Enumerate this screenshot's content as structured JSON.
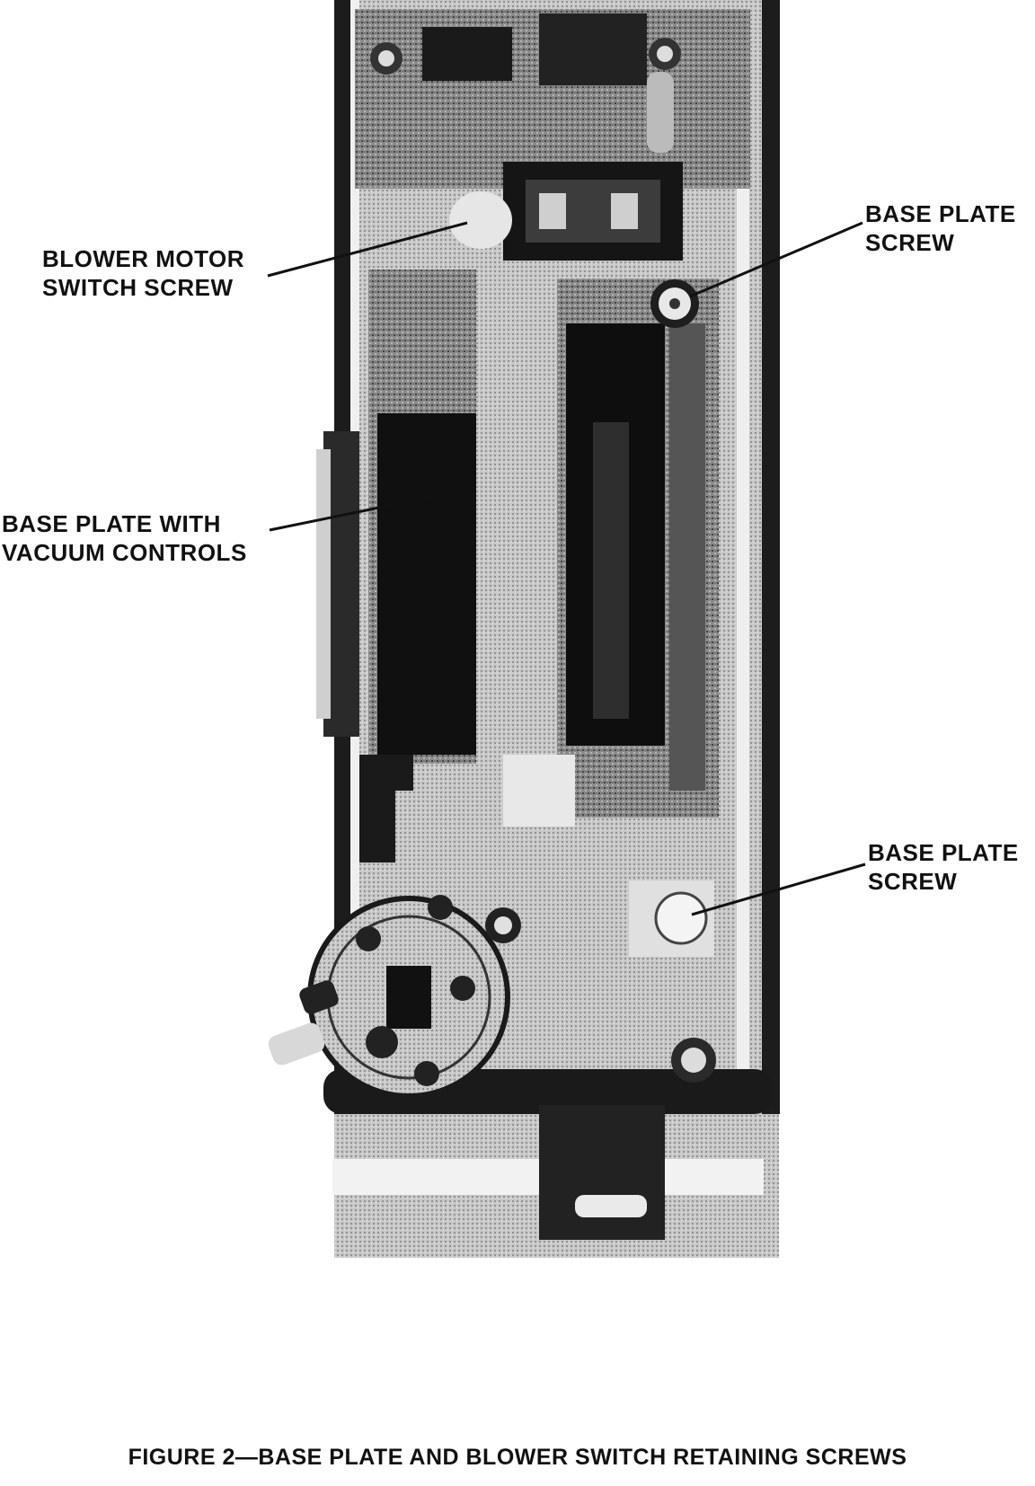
{
  "labels": {
    "blower_motor_switch_screw": [
      "BLOWER MOTOR",
      "SWITCH SCREW"
    ],
    "base_plate_screw_top": [
      "BASE PLATE",
      "SCREW"
    ],
    "base_plate_with_vacuum_controls": [
      "BASE PLATE WITH",
      "VACUUM CONTROLS"
    ],
    "base_plate_screw_bottom": [
      "BASE PLATE",
      "SCREW"
    ]
  },
  "caption": "FIGURE 2—BASE PLATE AND BLOWER SWITCH RETAINING SCREWS",
  "colors": {
    "ink": "#111111",
    "dark": "#1a1a1a",
    "mid": "#5a5a5a",
    "light": "#bdbdbd",
    "paper": "#ffffff"
  }
}
